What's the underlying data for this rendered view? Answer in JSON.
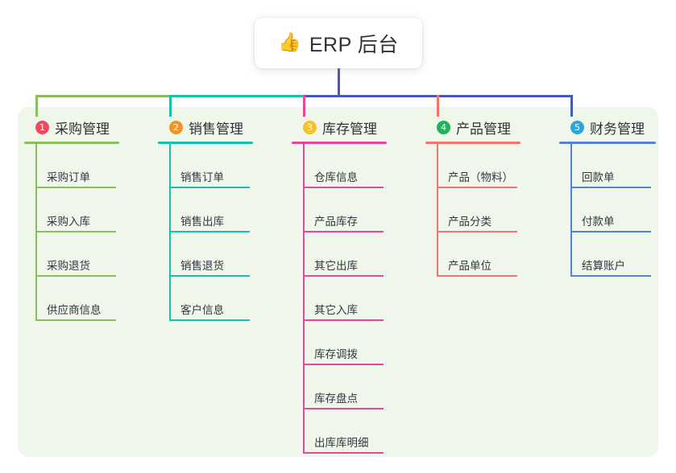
{
  "diagram": {
    "type": "mind-map",
    "background_color": "#ffffff",
    "panel_color": "#eef7ea",
    "root": {
      "icon": "thumbs-up-icon",
      "emoji": "👍",
      "label": "ERP 后台"
    },
    "trunk_color": "#4759b8",
    "branches": [
      {
        "number": "1",
        "label": "采购管理",
        "badge_color": "#f5485f",
        "line_color": "#87bf5c",
        "connector_color": "#87bf5c",
        "children": [
          "采购订单",
          "采购入库",
          "采购退货",
          "供应商信息"
        ]
      },
      {
        "number": "2",
        "label": "销售管理",
        "badge_color": "#f39325",
        "line_color": "#17bfae",
        "connector_color": "#17bfae",
        "children": [
          "销售订单",
          "销售出库",
          "销售退货",
          "客户信息"
        ]
      },
      {
        "number": "3",
        "label": "库存管理",
        "badge_color": "#f6c324",
        "line_color": "#e8479b",
        "connector_color": "#e8479b",
        "children": [
          "仓库信息",
          "产品库存",
          "其它出库",
          "其它入库",
          "库存调拨",
          "库存盘点",
          "出库库明细"
        ]
      },
      {
        "number": "4",
        "label": "产品管理",
        "badge_color": "#23b25a",
        "line_color": "#f4736f",
        "connector_color": "#f4736f",
        "children": [
          "产品（物料）",
          "产品分类",
          "产品单位"
        ]
      },
      {
        "number": "5",
        "label": "财务管理",
        "badge_color": "#2ba7e0",
        "line_color": "#5b7fd4",
        "connector_color": "#4759b8",
        "children": [
          "回款单",
          "付款单",
          "结算账户"
        ]
      }
    ]
  }
}
